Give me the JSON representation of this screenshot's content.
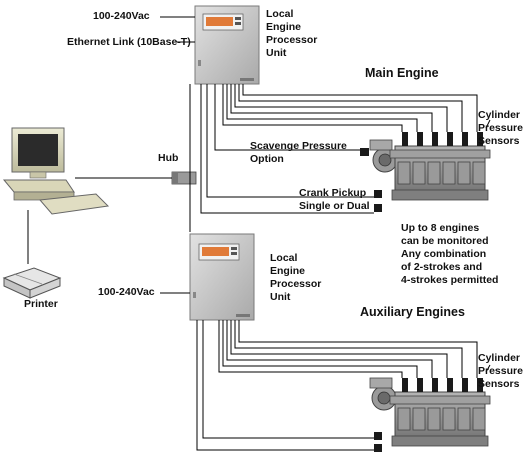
{
  "top_unit": {
    "power_label": "100-240Vac",
    "ethernet_label": "Ethernet Link (10Base-T)",
    "unit_label": [
      "Local",
      "Engine",
      "Processor",
      "Unit"
    ]
  },
  "main_engine": {
    "title": "Main Engine",
    "sensors_label": [
      "Cylinder",
      "Pressure",
      "Sensors"
    ],
    "scavenge_label": [
      "Scavenge Pressure",
      "Option"
    ],
    "crank_label": [
      "Crank Pickup",
      "Single or Dual"
    ]
  },
  "hub_label": "Hub",
  "printer_label": "Printer",
  "notes": [
    "Up to 8 engines",
    "can be monitored",
    "Any combination",
    "of 2-strokes and",
    "4-strokes permitted"
  ],
  "bottom_unit": {
    "power_label": "100-240Vac",
    "unit_label": [
      "Local",
      "Engine",
      "Processor",
      "Unit"
    ]
  },
  "aux_engines": {
    "title": "Auxiliary Engines",
    "sensors_label": [
      "Cylinder",
      "Pressure",
      "Sensors"
    ]
  },
  "colors": {
    "cabinet": "#c9c9c9",
    "cabinet_edge": "#7a7a7a",
    "display": "#e07a38",
    "engine": "#8d8d8d",
    "wire": "#000000",
    "monitor_screen": "#2b2b2b",
    "computer_body": "#d9d6b8"
  }
}
